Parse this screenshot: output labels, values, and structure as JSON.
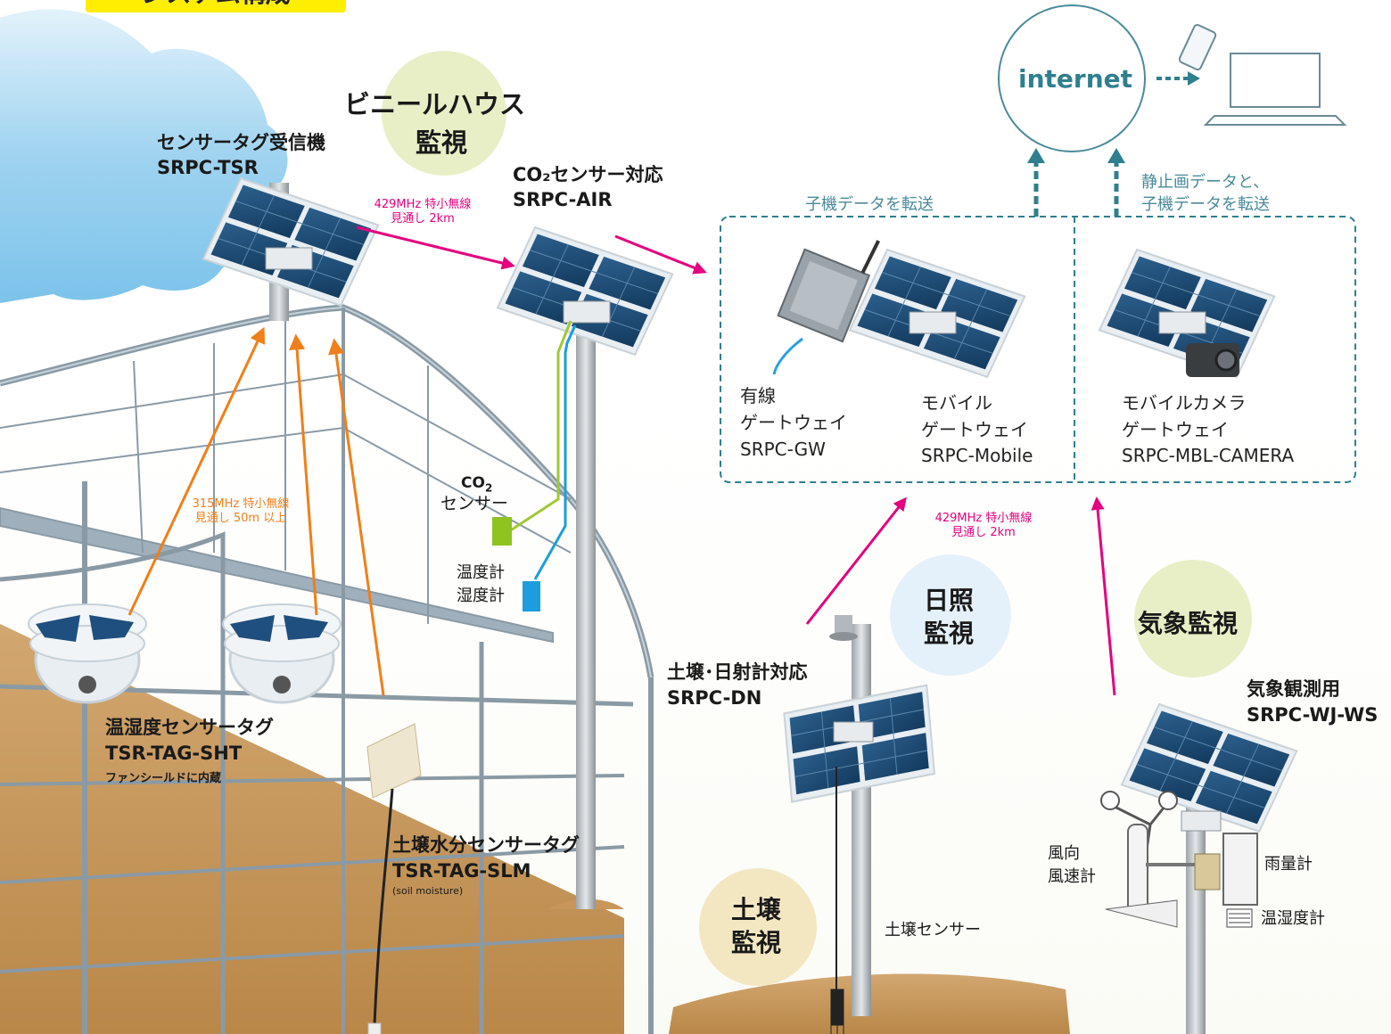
{
  "header": {
    "title": "システム構成"
  },
  "monitoring": {
    "greenhouse": "ビニールハウス",
    "greenhouse_2": "監視",
    "sunlight_1": "日照",
    "sunlight_2": "監視",
    "soil_1": "土壌",
    "soil_2": "監視",
    "weather": "気象監視"
  },
  "devices": {
    "tsr": {
      "name": "センサータグ受信機",
      "model": "SRPC-TSR"
    },
    "air": {
      "name": "CO₂センサー対応",
      "model": "SRPC-AIR"
    },
    "sht": {
      "name": "温湿度センサータグ",
      "model": "TSR-TAG-SHT",
      "note": "ファンシールドに内蔵"
    },
    "slm": {
      "name": "土壌水分センサータグ",
      "model": "TSR-TAG-SLM",
      "note": "(soil moisture)"
    },
    "dn": {
      "name": "土壌･日射計対応",
      "model": "SRPC-DN"
    },
    "ws": {
      "name": "気象観測用",
      "model": "SRPC-WJ-WS"
    },
    "gw": {
      "line1": "有線",
      "line2": "ゲートウェイ",
      "model": "SRPC-GW"
    },
    "mobile": {
      "line1": "モバイル",
      "line2": "ゲートウェイ",
      "model": "SRPC-Mobile"
    },
    "camera": {
      "line1": "モバイルカメラ",
      "line2": "ゲートウェイ",
      "model": "SRPC-MBL-CAMERA"
    }
  },
  "radio": {
    "r429_top_1": "429MHz 特小無線",
    "r429_top_2": "見通し 2km",
    "r315_1": "315MHz 特小無線",
    "r315_2": "見通し 50m 以上",
    "r429_bottom_1": "429MHz 特小無線",
    "r429_bottom_2": "見通し 2km"
  },
  "sensors": {
    "co2_1": "CO",
    "co2_sub": "2",
    "co2_2": "センサー",
    "temp": "温度計",
    "humid": "湿度計",
    "soil": "土壌センサー",
    "wind_1": "風向",
    "wind_2": "風速計",
    "rain": "雨量計",
    "thermo": "温湿度計"
  },
  "transfer": {
    "left": "子機データを転送",
    "right_1": "静止画データと、",
    "right_2": "子機データを転送"
  },
  "cloud": {
    "internet": "internet"
  },
  "colors": {
    "pink": "#e4007f",
    "orange": "#ef7f1a",
    "teal": "#2f7f8f",
    "title_bg": "#ffee00"
  }
}
